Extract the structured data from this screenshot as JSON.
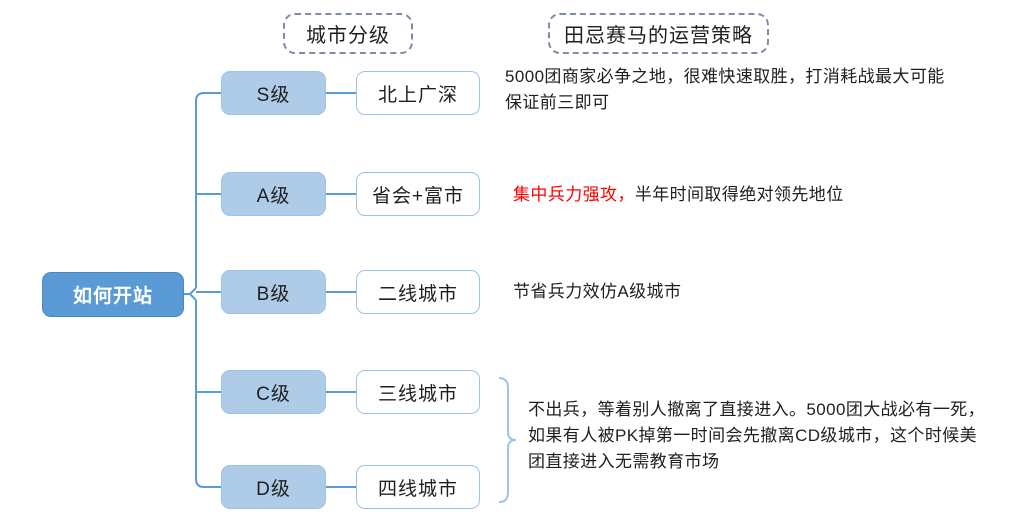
{
  "headers": {
    "city_tier": "城市分级",
    "strategy": "田忌赛马的运营策略"
  },
  "root": {
    "label": "如何开站"
  },
  "rows": [
    {
      "tier": "S级",
      "city": "北上广深",
      "desc_plain": "5000团商家必争之地，很难快速取胜，打消耗战最大可能保证前三即可",
      "desc_red": "",
      "desc_rest": ""
    },
    {
      "tier": "A级",
      "city": "省会+富市",
      "desc_plain": "",
      "desc_red": "集中兵力强攻，",
      "desc_rest": "半年时间取得绝对领先地位"
    },
    {
      "tier": "B级",
      "city": "二线城市",
      "desc_plain": "节省兵力效仿A级城市",
      "desc_red": "",
      "desc_rest": ""
    },
    {
      "tier": "C级",
      "city": "三线城市",
      "desc_plain": "",
      "desc_red": "",
      "desc_rest": ""
    },
    {
      "tier": "D级",
      "city": "四线城市",
      "desc_plain": "",
      "desc_red": "",
      "desc_rest": ""
    }
  ],
  "grouped_desc": {
    "cd_note": "不出兵，等着别人撤离了直接进入。5000团大战必有一死，如果有人被PK掉第一时间会先撤离CD级城市，这个时候美团直接进入无需教育市场"
  },
  "colors": {
    "root_fill": "#5b9bd5",
    "tier_fill": "#aecbe8",
    "node_border": "#9dc3e6",
    "connector": "#5b9bd5",
    "accent_red": "#ff0000",
    "dashed_border": "#7e8ca8",
    "text": "#1f1f1f"
  }
}
